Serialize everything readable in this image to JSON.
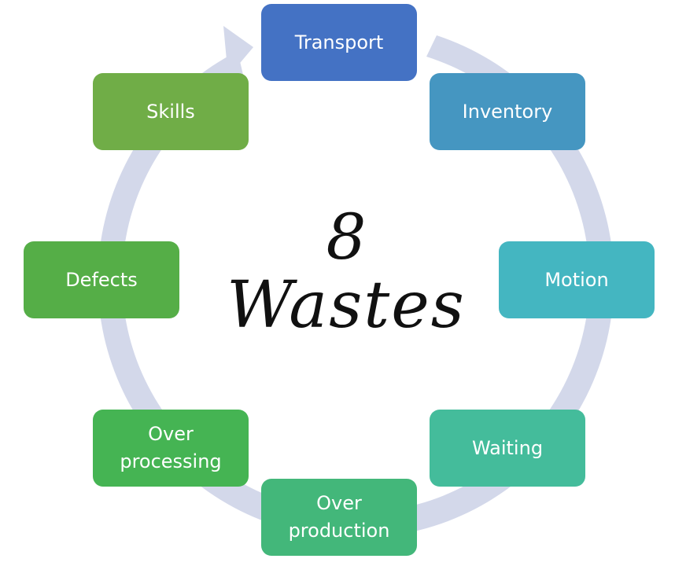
{
  "diagram": {
    "center_line1": "8",
    "center_line2": "Wastes",
    "ring_color": "#d3d8ea",
    "nodes": [
      {
        "label": "Transport",
        "color": "#4472c4"
      },
      {
        "label": "Inventory",
        "color": "#4596c1"
      },
      {
        "label": "Motion",
        "color": "#44b6c1"
      },
      {
        "label": "Waiting",
        "color": "#44bc9b"
      },
      {
        "label": "Over\nproduction",
        "color": "#43b77a"
      },
      {
        "label": "Over\nprocessing",
        "color": "#45b453"
      },
      {
        "label": "Defects",
        "color": "#55ae47"
      },
      {
        "label": "Skills",
        "color": "#70ad47"
      }
    ]
  }
}
